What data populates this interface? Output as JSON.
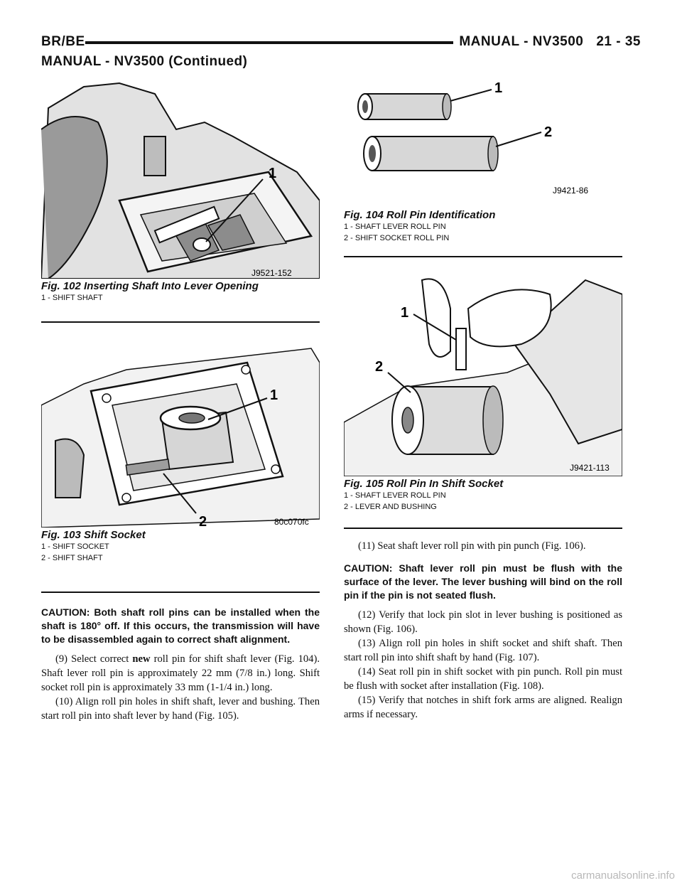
{
  "header": {
    "left": "BR/BE",
    "title": "MANUAL - NV3500",
    "page": "21 - 35"
  },
  "continued": "MANUAL - NV3500 (Continued)",
  "fig102": {
    "code": "J9521-152",
    "title": "Fig. 102 Inserting Shaft Into Lever Opening",
    "items": [
      "1 - SHIFT SHAFT"
    ],
    "callouts": [
      "1"
    ]
  },
  "fig103": {
    "code": "80c070fc",
    "title": "Fig. 103 Shift Socket",
    "items": [
      "1 - SHIFT SOCKET",
      "2 - SHIFT SHAFT"
    ],
    "callouts": [
      "1",
      "2"
    ]
  },
  "fig104": {
    "code": "J9421-86",
    "title": "Fig. 104 Roll Pin Identification",
    "items": [
      "1 - SHAFT LEVER ROLL PIN",
      "2 - SHIFT SOCKET ROLL PIN"
    ],
    "callouts": [
      "1",
      "2"
    ]
  },
  "fig105": {
    "code": "J9421-113",
    "title": "Fig. 105 Roll Pin In Shift Socket",
    "items": [
      "1 - SHAFT LEVER ROLL PIN",
      "2 - LEVER AND BUSHING"
    ],
    "callouts": [
      "1",
      "2"
    ]
  },
  "left_text": {
    "caution": "CAUTION: Both shaft roll pins can be installed when the shaft is 180° off. If this occurs, the transmission will have to be disassembled again to correct shaft alignment.",
    "p9_a": "(9) Select correct ",
    "p9_bold": "new",
    "p9_b": " roll pin for shift shaft lever (Fig. 104). Shaft lever roll pin is approximately 22 mm (7/8 in.) long. Shift socket roll pin is approximately 33 mm (1-1/4 in.) long.",
    "p10": "(10) Align roll pin holes in shift shaft, lever and bushing. Then start roll pin into shaft lever by hand (Fig. 105)."
  },
  "right_text": {
    "p11": "(11) Seat shaft lever roll pin with pin punch (Fig. 106).",
    "caution": "CAUTION: Shaft lever roll pin must be flush with the surface of the lever. The lever bushing will bind on the roll pin if the pin is not seated flush.",
    "p12": "(12) Verify that lock pin slot in lever bushing is positioned as shown (Fig. 106).",
    "p13": "(13) Align roll pin holes in shift socket and shift shaft. Then start roll pin into shift shaft by hand (Fig. 107).",
    "p14": "(14) Seat roll pin in shift socket with pin punch. Roll pin must be flush with socket after installation (Fig. 108).",
    "p15": "(15) Verify that notches in shift fork arms are aligned. Realign arms if necessary."
  },
  "watermark": "carmanualsonline.info"
}
